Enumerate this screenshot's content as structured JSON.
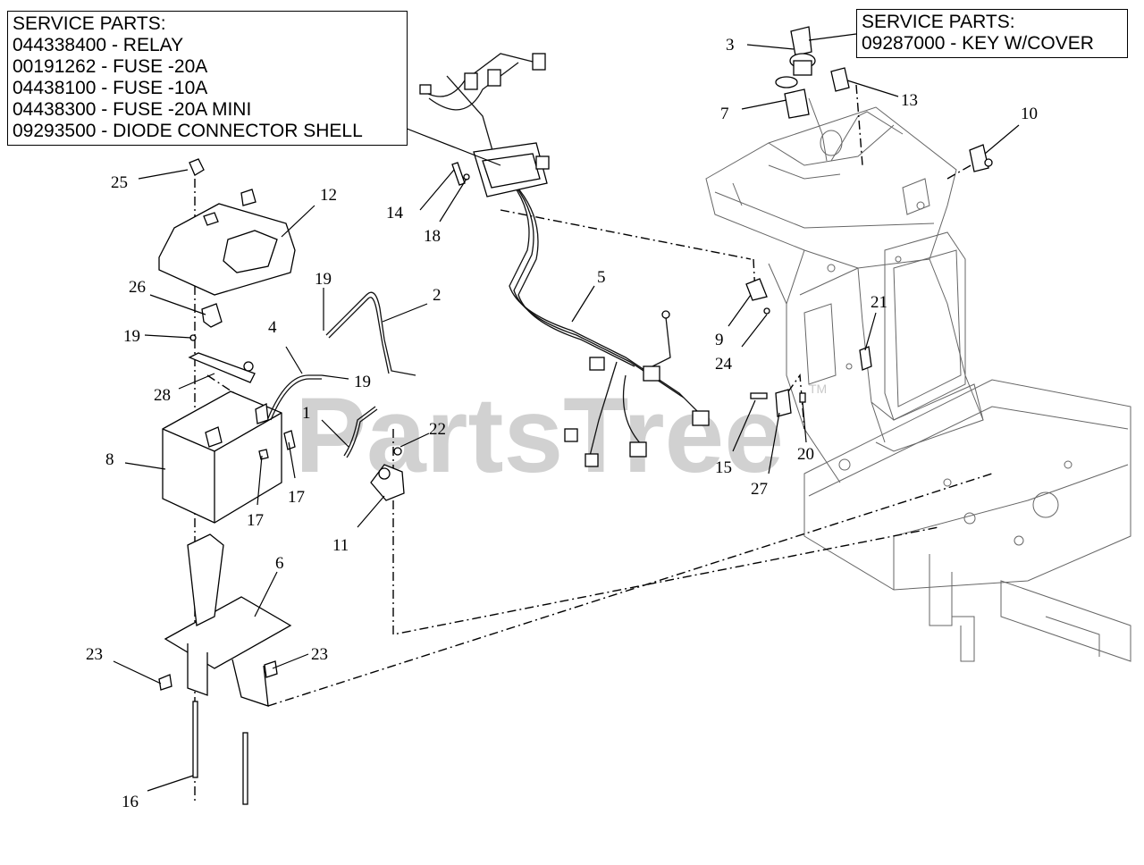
{
  "service_parts_left": {
    "title": "SERVICE PARTS:",
    "lines": [
      "044338400 -  RELAY",
      "00191262 - FUSE -20A",
      "04438100 - FUSE -10A",
      "04438300 - FUSE -20A MINI",
      "09293500 - DIODE CONNECTOR SHELL"
    ]
  },
  "service_parts_right": {
    "title": "SERVICE PARTS:",
    "lines": [
      "09287000 - KEY W/COVER"
    ]
  },
  "watermark": {
    "text": "PartsTree",
    "tm": "TM"
  },
  "callouts": {
    "c1": "1",
    "c2": "2",
    "c3": "3",
    "c4": "4",
    "c5": "5",
    "c6": "6",
    "c7": "7",
    "c8": "8",
    "c9": "9",
    "c10": "10",
    "c11": "11",
    "c12": "12",
    "c13": "13",
    "c14": "14",
    "c15": "15",
    "c16": "16",
    "c17a": "17",
    "c17b": "17",
    "c18": "18",
    "c19a": "19",
    "c19b": "19",
    "c19c": "19",
    "c20": "20",
    "c21": "21",
    "c22": "22",
    "c23a": "23",
    "c23b": "23",
    "c24": "24",
    "c25": "25",
    "c26": "26",
    "c27": "27",
    "c28": "28"
  }
}
